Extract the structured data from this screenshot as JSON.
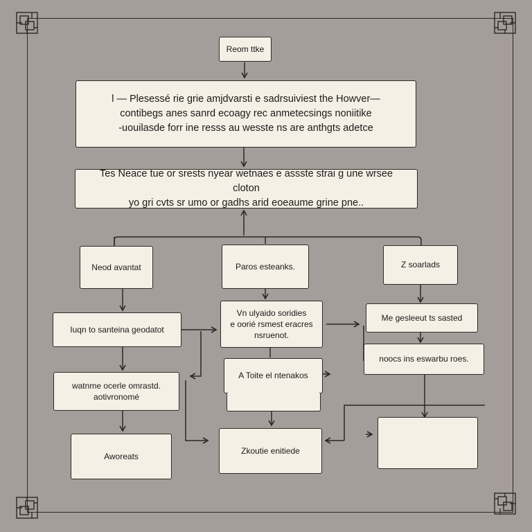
{
  "colors": {
    "background": "#a59d9a",
    "node_fill": "#f4f0e6",
    "stroke": "#2b2826"
  },
  "nodes": {
    "start": "Reom ttke",
    "intro": "l — Plesessé rie grie amjdvarsti e sadrsuiviest the Howver—\ncontibegs anes sanrd ecoagy rec anmetecsings noniitike\n-uouilasde forr ine resss au wesste ns are anthgts adetce",
    "summary": "Tes Neace tue or srests nyear wetnaes e assste strai g une wrsee cloton\nyo gri cvts sr umo or gadhs arid eoeaume grine pne..",
    "branch_left": "Neod avantat",
    "branch_mid": "Paros esteanks.",
    "branch_right": "Z soarlads",
    "left_1": "Iuqn to santeina geodatot",
    "left_2": "watnme ocerle omrastd.\naotivronomé",
    "left_3": "Aworeats",
    "mid_1": "Vn ulyaido soridies\ne oorié rsmest eracres\nnsruenot.",
    "mid_2": "A  Toite el ntenakos",
    "mid_3": "Zkoutie enitiede",
    "right_1": "Me gesleeut ts sasted",
    "right_2": "noocs ins eswarbu roes.",
    "right_3": ""
  }
}
